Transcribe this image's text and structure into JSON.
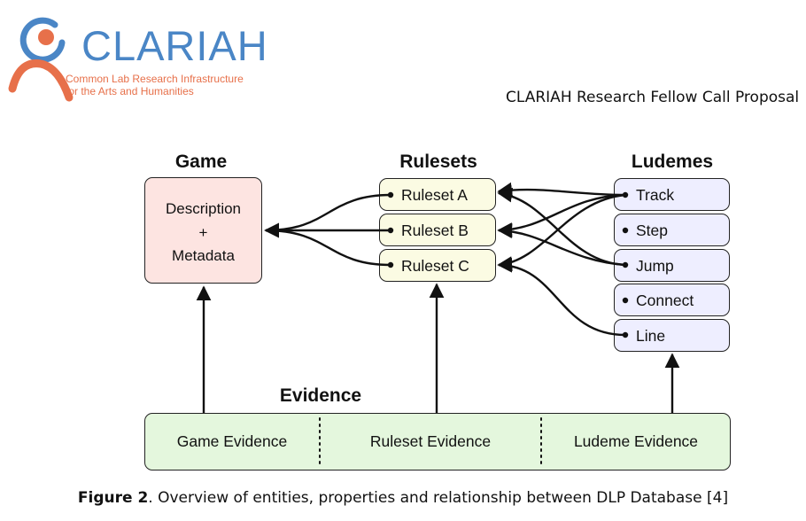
{
  "logo": {
    "name": "CLARIAH",
    "subtitle_line1": "Common Lab Research Infrastructure",
    "subtitle_line2": "for the Arts and Humanities",
    "colors": {
      "brand_blue": "#4a86c6",
      "brand_orange": "#e7704a"
    }
  },
  "header": {
    "right_text": "CLARIAH Research Fellow Call Proposal"
  },
  "diagram": {
    "columns": {
      "game": "Game",
      "rulesets": "Rulesets",
      "ludemes": "Ludemes",
      "evidence": "Evidence"
    },
    "game_box": {
      "line1": "Description",
      "line2": "+",
      "line3": "Metadata"
    },
    "rulesets": [
      "Ruleset A",
      "Ruleset B",
      "Ruleset C"
    ],
    "ludemes": [
      "Track",
      "Step",
      "Jump",
      "Connect",
      "Line"
    ],
    "evidence": [
      "Game Evidence",
      "Ruleset Evidence",
      "Ludeme Evidence"
    ],
    "colors": {
      "game_fill": "#fde4e1",
      "ruleset_fill": "#fbfbe3",
      "ludeme_fill": "#eeeeff",
      "evidence_fill": "#e4f7dd"
    }
  },
  "caption": {
    "label": "Figure 2",
    "text": ". Overview of entities, properties and relationship between DLP Database [4]"
  }
}
